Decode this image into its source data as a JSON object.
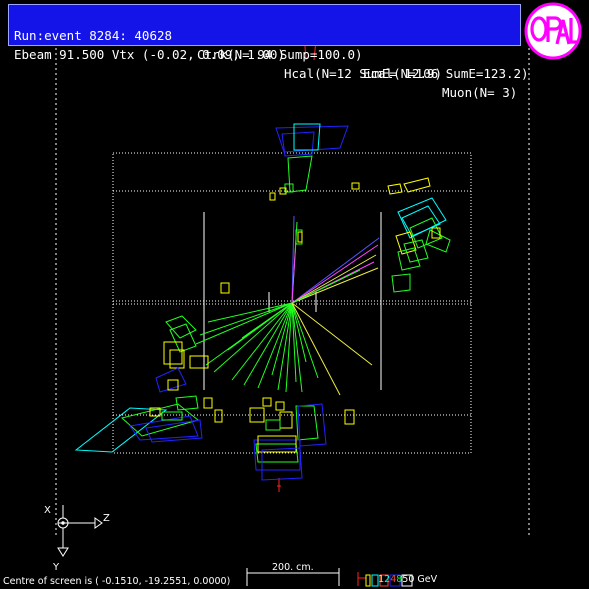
{
  "header": {
    "line1": {
      "run_event": "Run:event 8284: 40628",
      "ctrk": "Ctrk(N= 94 Sump=100.0)",
      "ecal": "Ecal(N=106 SumE=123.2)"
    },
    "line2": {
      "ebeam_vtx": "Ebeam 91.500 Vtx (-0.02, 0.09, 1.00)",
      "hcal": "Hcal(N=12 SumE= 12.9)",
      "muon": "Muon(N= 3)"
    }
  },
  "logo": {
    "text": "OPAL",
    "colors": {
      "fill": "#ffffff",
      "ring": "#ff00ff",
      "letters": "#ff00ff"
    }
  },
  "axes": {
    "x": "X",
    "z": "Z",
    "y": "Y"
  },
  "scale": {
    "label": "200. cm."
  },
  "energy_legend": {
    "values": [
      "1",
      "2",
      "4",
      "8",
      "50 GeV"
    ],
    "colors": [
      "#ffff00",
      "#00ffff",
      "#ff4444",
      "#00ff00",
      "#ffffff"
    ]
  },
  "footer": {
    "centre_text": "Centre of screen is ( -0.1510, -19.2551, 0.0000)"
  },
  "colors": {
    "background": "#000000",
    "header_bg": "#1414e8",
    "detector_outline": "#ffffff",
    "track_green": "#22ff22",
    "track_yellow": "#eeee44",
    "track_magenta": "#ff44ff",
    "track_blue": "#5555ff",
    "ecal_yellow": "#ffff00",
    "hcal_blue": "#2222ff",
    "cyan": "#00ffff",
    "muon_red": "#ff2222"
  }
}
